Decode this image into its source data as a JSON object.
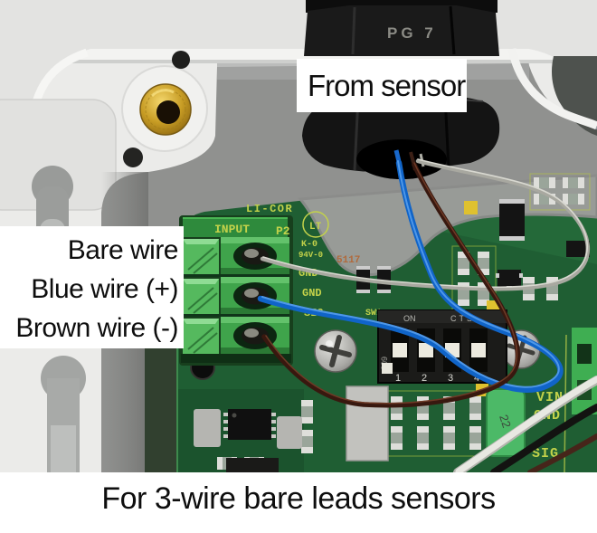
{
  "annotations": {
    "from_sensor": "From sensor",
    "wire_labels": [
      "Bare wire",
      "Blue wire (+)",
      "Brown wire (-)"
    ],
    "caption": "For 3-wire bare leads sensors"
  },
  "photo": {
    "cable_gland_marking": "PG 7",
    "pcb": {
      "brand": "LI-COR",
      "connector_label": "INPUT",
      "connector_ref": "P2",
      "logo_mark": "LT",
      "marking_k0": "K-0",
      "marking_94v": "94V-0",
      "date_code": "5117",
      "input_terminal_labels": [
        "GND",
        "GND",
        "SIG"
      ],
      "dip_switch": {
        "ref": "SW1",
        "top_marking_on": "ON",
        "top_marking_cts": "CTS",
        "side_marking": "209",
        "positions": [
          "1",
          "2",
          "3",
          "4"
        ]
      },
      "right_terminal_labels": [
        "VIN",
        "GND",
        "SIG"
      ],
      "capacitor_value": "22"
    }
  },
  "colors": {
    "photo_background": "#e3e3e1",
    "pcb_green": "#1f5e33",
    "terminal_green": "#3fa44b",
    "silkscreen_yellow": "#c3d24a",
    "wire_blue": "#1064c8",
    "wire_brown": "#38180f",
    "bare_wire_silver": "#a8a8a0",
    "label_background": "#ffffff",
    "label_text": "#111111"
  }
}
